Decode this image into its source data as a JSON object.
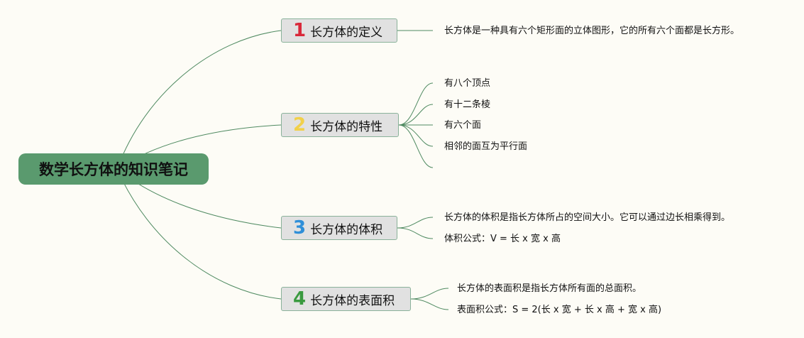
{
  "root": {
    "title": "数学长方体的知识笔记"
  },
  "colors": {
    "line": "#4f8a61",
    "root_bg": "#5a9a6e",
    "topic_bg": "#e1e1e1",
    "topic_border": "#8ab29a",
    "num1": "#d9283a",
    "num2": "#f1d04a",
    "num3": "#2f8fd8",
    "num4": "#3a9a3f"
  },
  "topics": [
    {
      "number": "1",
      "label": "长方体的定义",
      "leaves": [
        "长方体是一种具有六个矩形面的立体图形，它的所有六个面都是长方形。"
      ]
    },
    {
      "number": "2",
      "label": "长方体的特性",
      "leaves": [
        "有八个顶点",
        "有十二条棱",
        "有六个面",
        "相邻的面互为平行面",
        ""
      ]
    },
    {
      "number": "3",
      "label": "长方体的体积",
      "leaves": [
        "长方体的体积是指长方体所占的空间大小。它可以通过边长相乘得到。",
        "体积公式：V = 长 x 宽 x 高"
      ]
    },
    {
      "number": "4",
      "label": "长方体的表面积",
      "leaves": [
        "长方体的表面积是指长方体所有面的总面积。",
        "表面积公式：S = 2(长 x 宽 + 长 x 高 + 宽 x 高)"
      ]
    }
  ]
}
